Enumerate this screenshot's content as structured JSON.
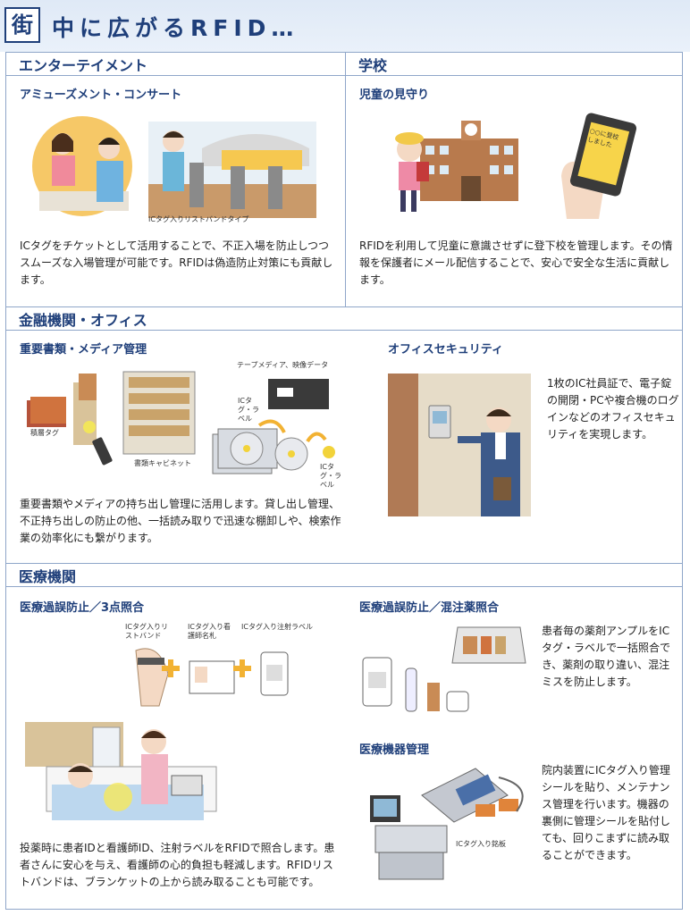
{
  "header": {
    "badge": "街",
    "title": "中に広がるRFID…"
  },
  "entertainment": {
    "heading": "エンターテイメント",
    "sub": "アミューズメント・コンサート",
    "caption": "ICタグ入りリストバンドタイプ",
    "paragraph": "ICタグをチケットとして活用することで、不正入場を防止しつつスムーズな入場管理が可能です。RFIDは偽造防止対策にも貢献します。"
  },
  "school": {
    "heading": "学校",
    "sub": "児童の見守り",
    "phone_text": "○○に登校しました",
    "paragraph": "RFIDを利用して児童に意識させずに登下校を管理します。その情報を保護者にメール配信することで、安心で安全な生活に貢献します。"
  },
  "finance": {
    "heading": "金融機関・オフィス",
    "sub1": "重要書類・メディア管理",
    "labels": {
      "tape": "テープメディア、映像データ",
      "ictag_label1": "ICタグ・ラベル",
      "folder_tag": "積層タグ",
      "cabinet": "書類キャビネット",
      "ictag_label2": "ICタグ・ラベル"
    },
    "paragraph1": "重要書類やメディアの持ち出し管理に活用します。貸し出し管理、不正持ち出しの防止の他、一括読み取りで迅速な棚卸しや、検索作業の効率化にも繋がります。",
    "sub2": "オフィスセキュリティ",
    "paragraph2": "1枚のIC社員証で、電子錠の開閉・PCや複合機のログインなどのオフィスセキュリティを実現します。"
  },
  "medical": {
    "heading": "医療機関",
    "sub1": "医療過誤防止／3点照合",
    "labels": {
      "wristband": "ICタグ入りリストバンド",
      "nurse_badge": "ICタグ入り看護師名札",
      "injection": "ICタグ入り注射ラベル"
    },
    "paragraph1": "投薬時に患者IDと看護師ID、注射ラベルをRFIDで照合します。患者さんに安心を与え、看護師の心的負担も軽減します。RFIDリストバンドは、ブランケットの上から読み取ることも可能です。",
    "sub2": "医療過誤防止／混注薬照合",
    "paragraph2": "患者毎の薬剤アンプルをICタグ・ラベルで一括照合でき、薬剤の取り違い、混注ミスを防止します。",
    "sub3": "医療機器管理",
    "device_caption": "ICタグ入り銘板",
    "paragraph3": "院内装置にICタグ入り管理シールを貼り、メンテナンス管理を行います。機器の裏側に管理シールを貼付しても、回りこまずに読み取ることができます。"
  },
  "colors": {
    "accent": "#1f3f7a",
    "rule": "#8fa6c9",
    "plus": "#f2b233"
  }
}
